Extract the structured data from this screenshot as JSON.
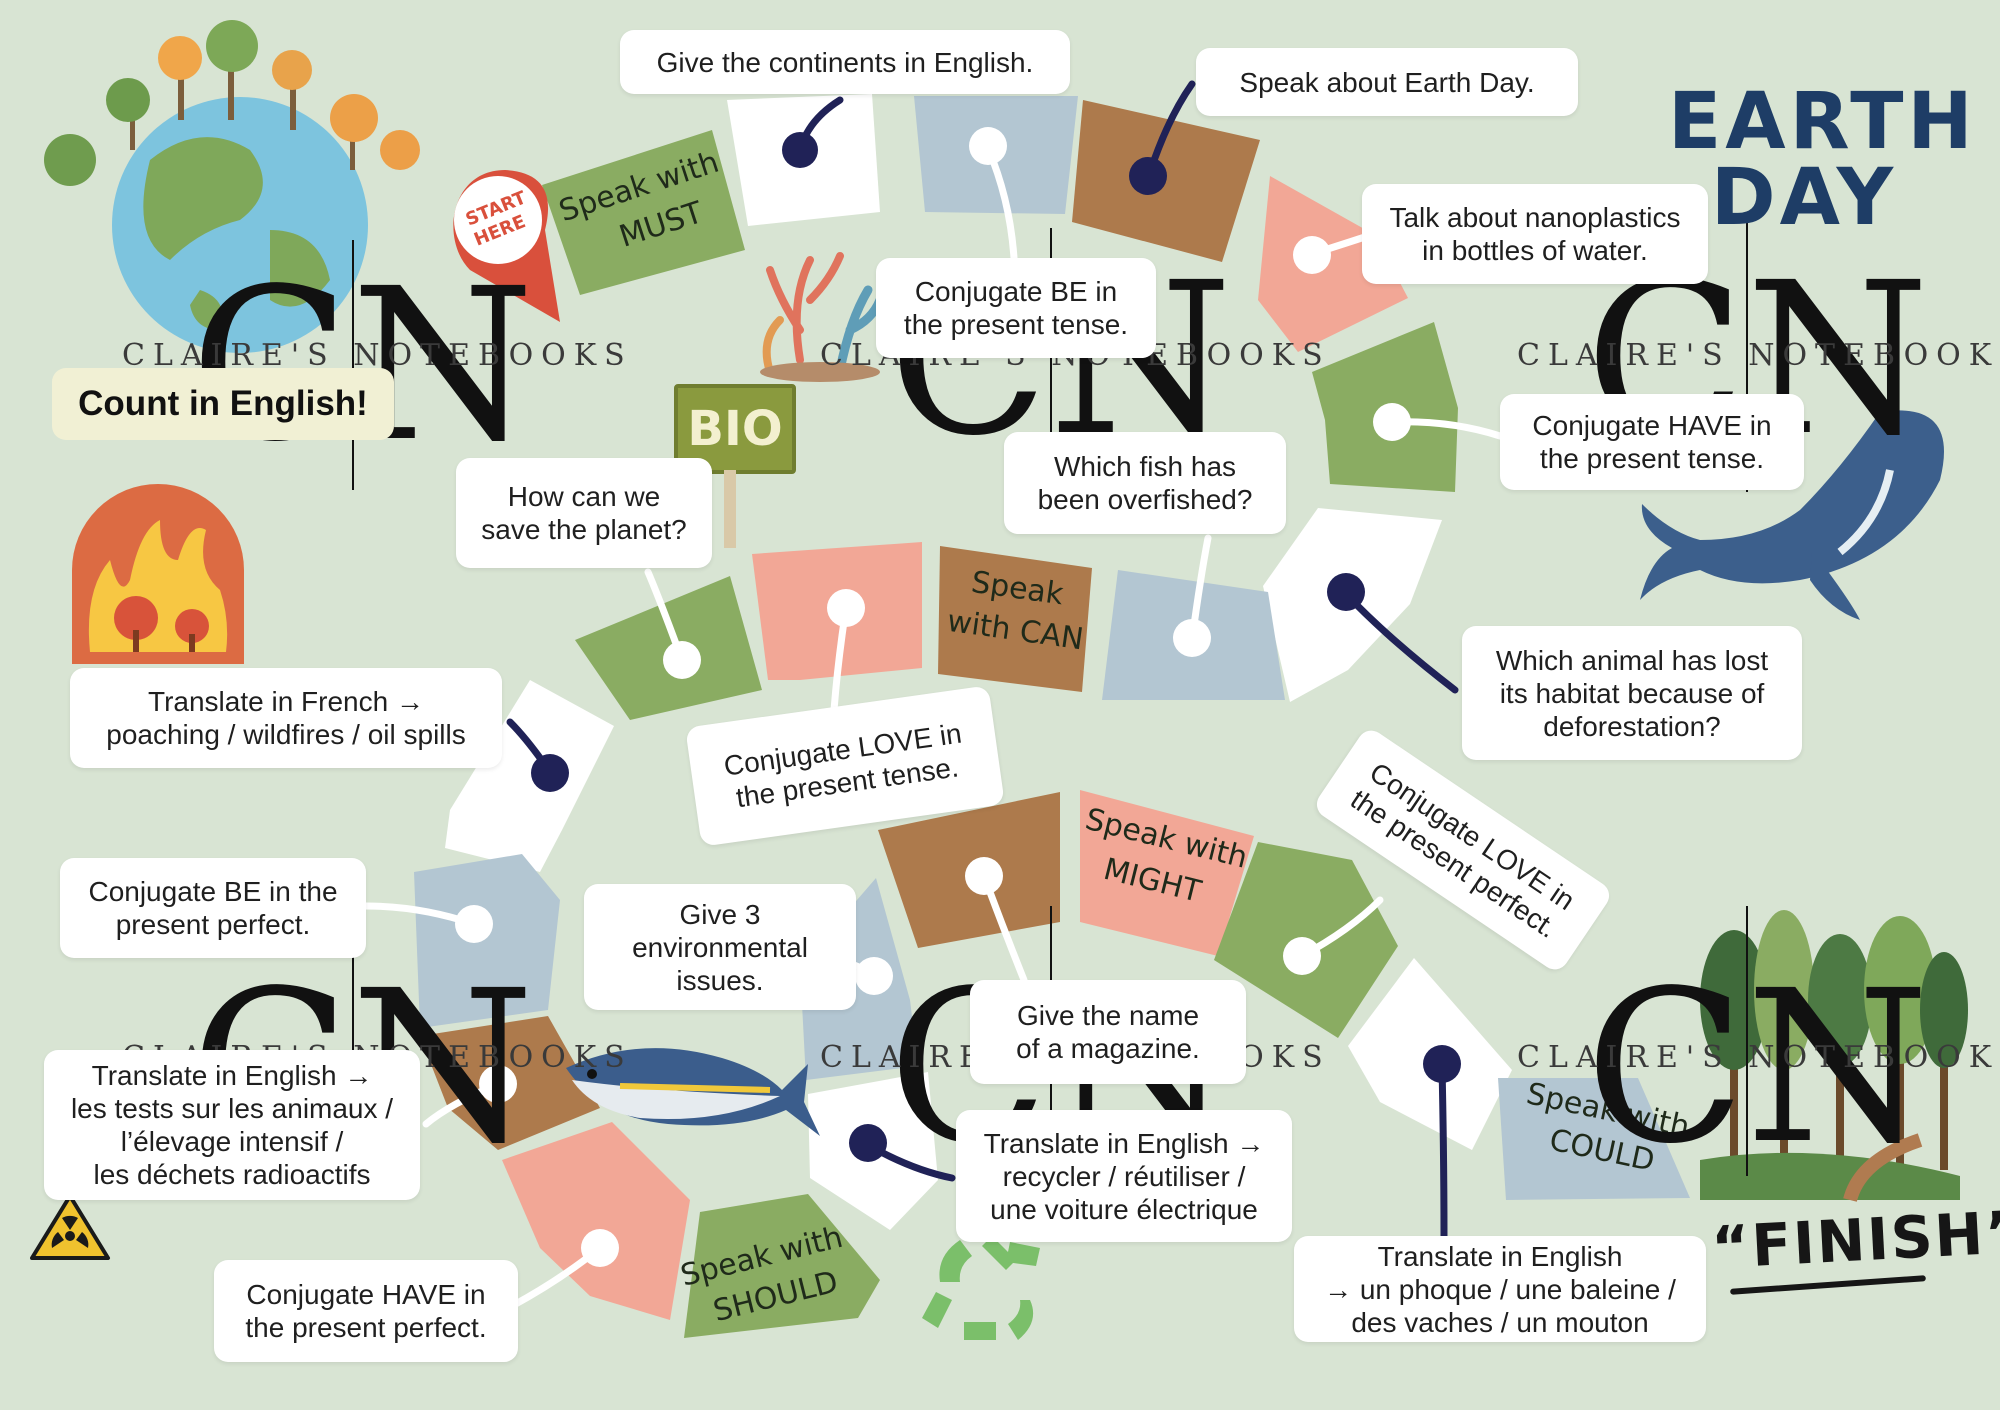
{
  "board": {
    "count_in_english": "Count in English!",
    "finish_label": "“FINISH”",
    "earth_day_line1": "EARTH",
    "earth_day_line2": "DAY",
    "start_here_line1": "START",
    "start_here_line2": "HERE",
    "bio_sign": "BIO",
    "watermark_brand": "CLAIRE'S NOTEBOOKS",
    "colors": {
      "background": "#d8e4d3",
      "green": "#8aac62",
      "white": "#ffffff",
      "blue": "#b3c6d2",
      "brown": "#ad7a4c",
      "pink": "#f2a796",
      "connector": "#202257"
    }
  },
  "speak_squares": {
    "must_line1": "Speak with",
    "must_line2": "MUST",
    "can_line1": "Speak",
    "can_line2": "with CAN",
    "might_line1": "Speak with",
    "might_line2": "MIGHT",
    "should_line1": "Speak with",
    "should_line2": "SHOULD",
    "could_line1": "Speak with",
    "could_line2": "COULD"
  },
  "questions": {
    "continents": "Give the continents in English.",
    "earth_day": "Speak about Earth Day.",
    "nanoplastics_1": "Talk about nanoplastics",
    "nanoplastics_2": "in bottles of water.",
    "be_present_1": "Conjugate BE in",
    "be_present_2": "the present tense.",
    "have_present_1": "Conjugate HAVE in",
    "have_present_2": "the present tense.",
    "fish_1": "Which fish has",
    "fish_2": "been overfished?",
    "save_planet_1": "How can we",
    "save_planet_2": "save the planet?",
    "animal_habitat_1": "Which animal has lost",
    "animal_habitat_2": "its habitat because of",
    "animal_habitat_3": "deforestation?",
    "translate_french_1": "Translate in French →",
    "translate_french_2": "poaching / wildfires / oil spills",
    "love_present_1": "Conjugate LOVE in",
    "love_present_2": "the present tense.",
    "love_perfect_1": "Conjugate LOVE in",
    "love_perfect_2": "the present perfect.",
    "be_perfect_1": "Conjugate BE in the",
    "be_perfect_2": "present perfect.",
    "env_issues_1": "Give 3",
    "env_issues_2": "environmental",
    "env_issues_3": "issues.",
    "magazine_1": "Give the name",
    "magazine_2": "of a magazine.",
    "translate_en_a_1": "Translate in English →",
    "translate_en_a_2": "les tests sur les animaux /",
    "translate_en_a_3": "l’élevage intensif /",
    "translate_en_a_4": "les déchets radioactifs",
    "translate_en_b_1": "Translate in English →",
    "translate_en_b_2": "recycler / réutiliser /",
    "translate_en_b_3": "une voiture électrique",
    "have_perfect_1": "Conjugate HAVE in",
    "have_perfect_2": "the present perfect.",
    "translate_en_c_1": "Translate in English",
    "translate_en_c_2": "→ un phoque / une baleine /",
    "translate_en_c_3": "des vaches / un mouton"
  }
}
